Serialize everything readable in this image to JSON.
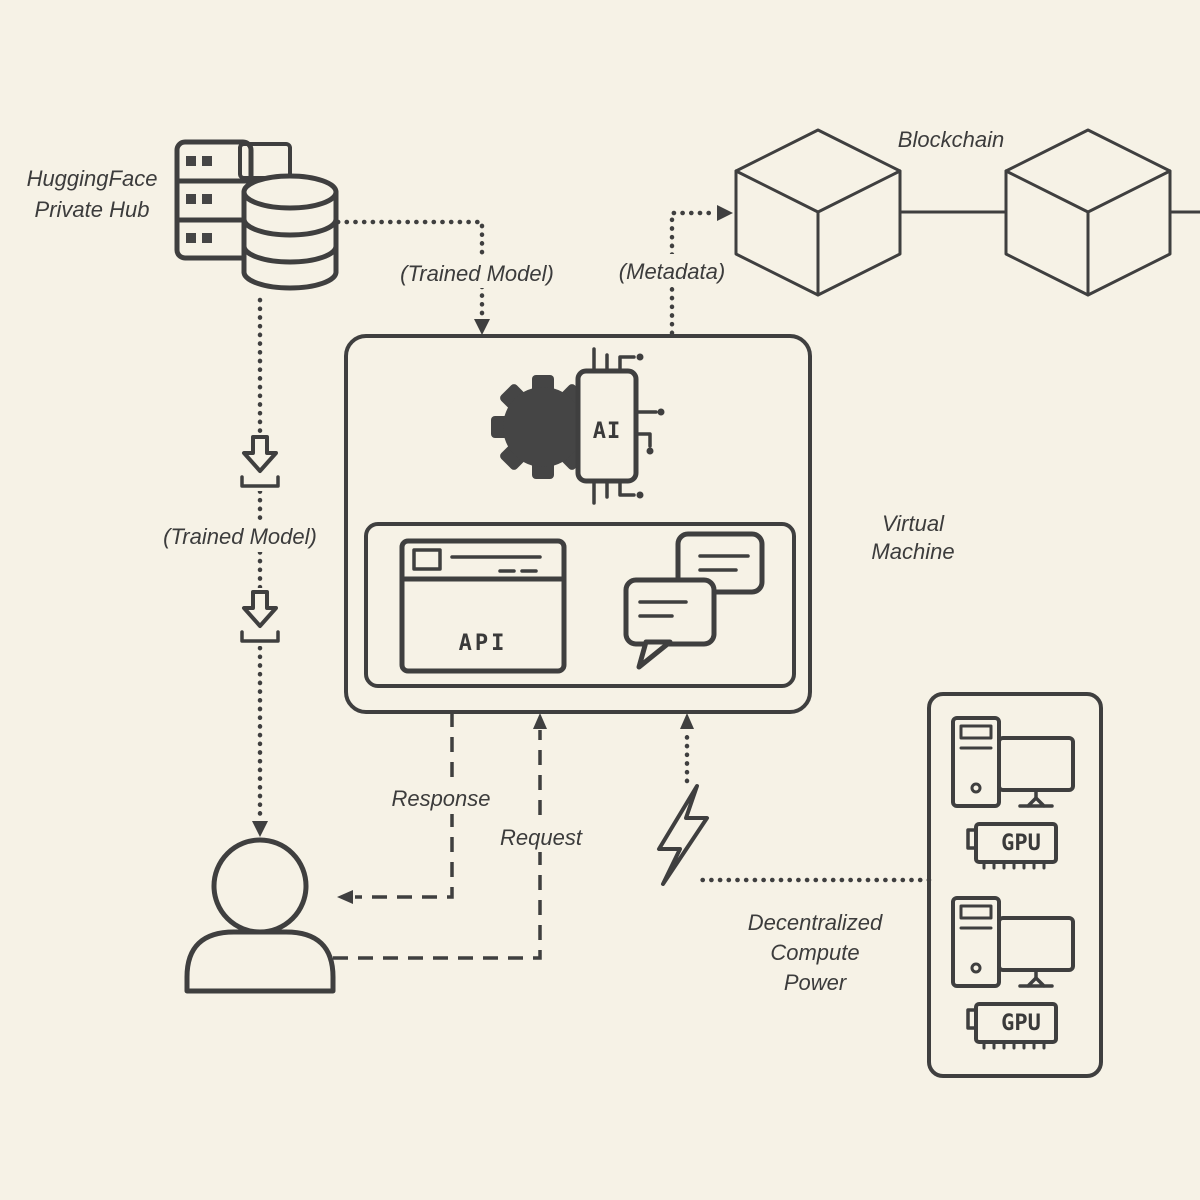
{
  "colors": {
    "background": "#f6f2e6",
    "ink": "#3f3f3f",
    "dark_fill": "#454545"
  },
  "nodes": {
    "huggingface_hub": {
      "label_line1": "HuggingFace",
      "label_line2": "Private Hub"
    },
    "blockchain": {
      "label": "Blockchain"
    },
    "virtual_machine": {
      "label_line1": "Virtual",
      "label_line2": "Machine",
      "chip_text": "AI",
      "api_text": "API"
    },
    "compute_cluster": {
      "label_line1": "Decentralized",
      "label_line2": "Compute",
      "label_line3": "Power",
      "gpu1_text": "GPU",
      "gpu2_text": "GPU"
    }
  },
  "edges": {
    "hub_to_vm": {
      "label": "(Trained Model)",
      "style": "dotted"
    },
    "vm_to_blockchain": {
      "label": "(Metadata)",
      "style": "dotted"
    },
    "hub_to_user": {
      "label": "(Trained Model)",
      "style": "dotted"
    },
    "vm_to_user": {
      "label": "Response",
      "style": "dashed"
    },
    "user_to_vm": {
      "label": "Request",
      "style": "dashed"
    },
    "compute_to_vm": {
      "style": "dotted"
    }
  }
}
